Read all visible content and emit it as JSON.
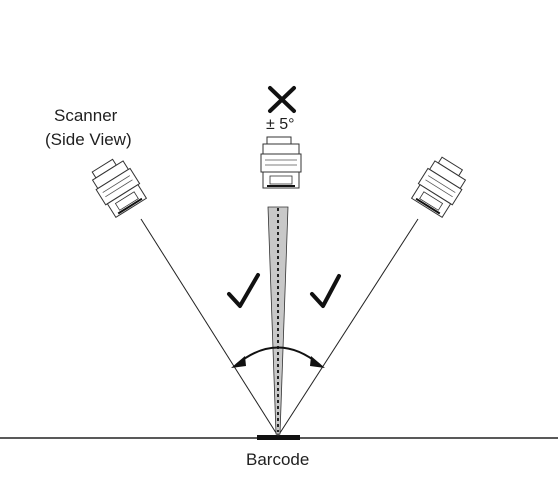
{
  "labels": {
    "scanner_line1": "Scanner",
    "scanner_line2": "(Side View)",
    "tolerance": "± 5°",
    "barcode": "Barcode"
  },
  "marks": {
    "bad_angle": "cross-icon",
    "good_angle_left": "checkmark-icon",
    "good_angle_right": "checkmark-icon"
  },
  "colors": {
    "line": "#222222",
    "beam_fill": "#c8c8c8",
    "ink": "#1f1f1f"
  }
}
